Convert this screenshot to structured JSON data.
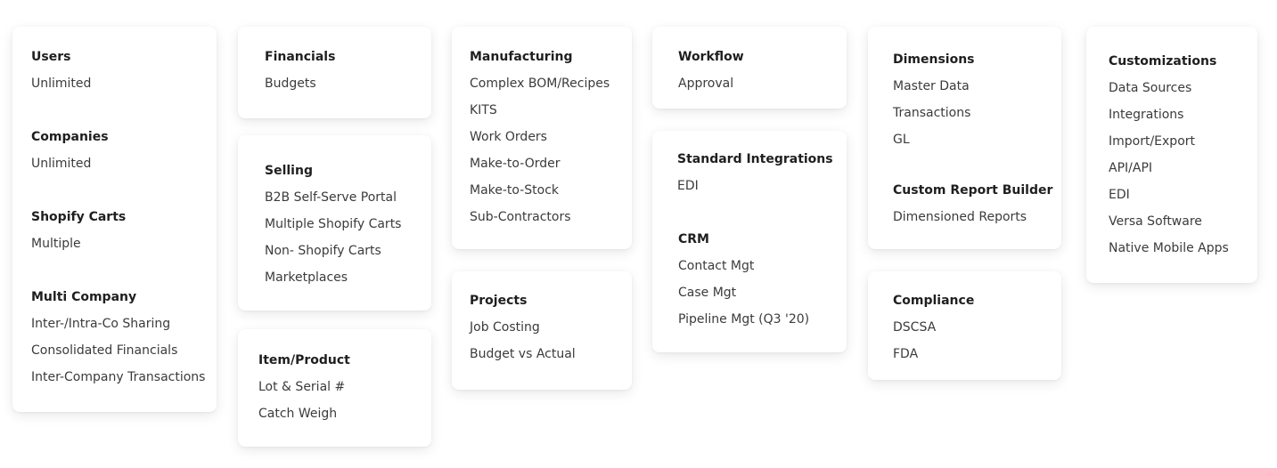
{
  "col1": {
    "users": {
      "heading": "Users",
      "items": [
        "Unlimited"
      ]
    },
    "companies": {
      "heading": "Companies",
      "items": [
        "Unlimited"
      ]
    },
    "shopify_carts": {
      "heading": "Shopify Carts",
      "items": [
        "Multiple"
      ]
    },
    "multi_company": {
      "heading": "Multi Company",
      "items": [
        "Inter-/Intra-Co Sharing",
        "Consolidated Financials",
        "Inter-Company Transactions"
      ]
    }
  },
  "col2": {
    "financials": {
      "heading": "Financials",
      "items": [
        "Budgets"
      ]
    },
    "selling": {
      "heading": "Selling",
      "items": [
        "B2B Self-Serve Portal",
        "Multiple Shopify Carts",
        "Non- Shopify Carts",
        "Marketplaces"
      ]
    },
    "item_product": {
      "heading": "Item/Product",
      "items": [
        "Lot & Serial #",
        "Catch Weigh"
      ]
    }
  },
  "col3": {
    "manufacturing": {
      "heading": "Manufacturing",
      "items": [
        "Complex BOM/Recipes",
        "KITS",
        "Work Orders",
        "Make-to-Order",
        "Make-to-Stock",
        "Sub-Contractors"
      ]
    },
    "projects": {
      "heading": "Projects",
      "items": [
        "Job Costing",
        "Budget vs Actual"
      ]
    }
  },
  "col4": {
    "workflow": {
      "heading": "Workflow",
      "items": [
        "Approval"
      ]
    },
    "standard_integrations": {
      "heading": "Standard Integrations",
      "items": [
        "EDI"
      ]
    },
    "crm": {
      "heading": "CRM",
      "items": [
        "Contact Mgt",
        "Case Mgt",
        "Pipeline Mgt (Q3 '20)"
      ]
    }
  },
  "col5": {
    "dimensions": {
      "heading": "Dimensions",
      "items": [
        "Master Data",
        "Transactions",
        "GL"
      ]
    },
    "custom_report_builder": {
      "heading": "Custom Report Builder",
      "items": [
        "Dimensioned Reports"
      ]
    },
    "compliance": {
      "heading": "Compliance",
      "items": [
        "DSCSA",
        "FDA"
      ]
    }
  },
  "col6": {
    "customizations": {
      "heading": "Customizations",
      "items": [
        "Data Sources",
        "Integrations",
        "Import/Export",
        "API/API",
        "EDI",
        "Versa Software",
        "Native Mobile Apps"
      ]
    }
  }
}
